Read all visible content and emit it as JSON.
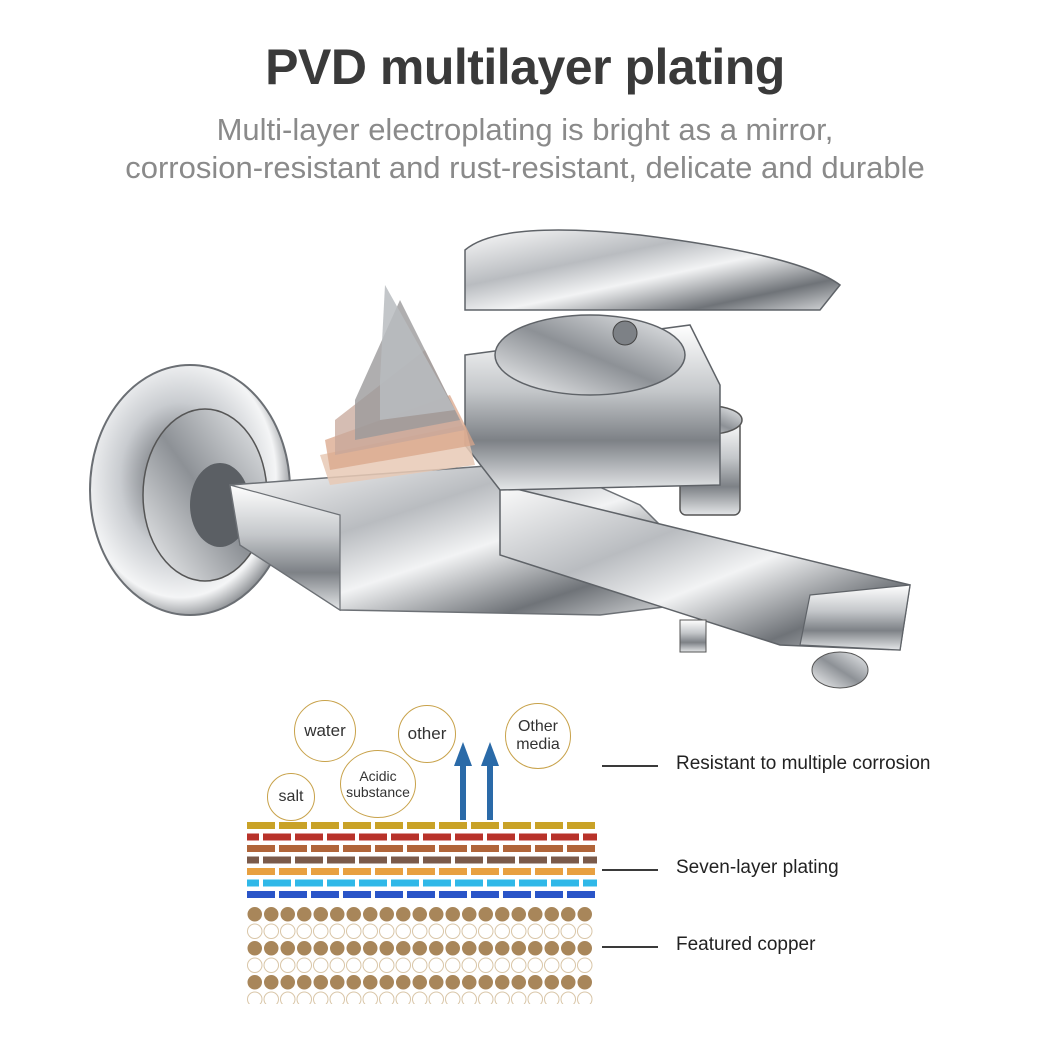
{
  "header": {
    "title": "PVD multilayer plating",
    "subtitle_line1": "Multi-layer electroplating is bright as a mirror,",
    "subtitle_line2": "corrosion-resistant and rust-resistant, delicate and durable"
  },
  "diagram": {
    "bubbles": {
      "water": "water",
      "other": "other",
      "other_media_line1": "Other",
      "other_media_line2": "media",
      "acidic_line1": "Acidic",
      "acidic_line2": "substance",
      "salt": "salt"
    },
    "callouts": {
      "corrosion": "Resistant to multiple corrosion",
      "seven_layer": "Seven-layer plating",
      "copper": "Featured copper"
    },
    "layer_colors": [
      "#c9a227",
      "#b8322a",
      "#b0653a",
      "#7a5a4a",
      "#e8a040",
      "#30b8e8",
      "#2a55c8"
    ],
    "copper_color": "#a8865a",
    "arrow_color": "#2a6aa8",
    "bubble_border_color": "#c8a24a"
  }
}
